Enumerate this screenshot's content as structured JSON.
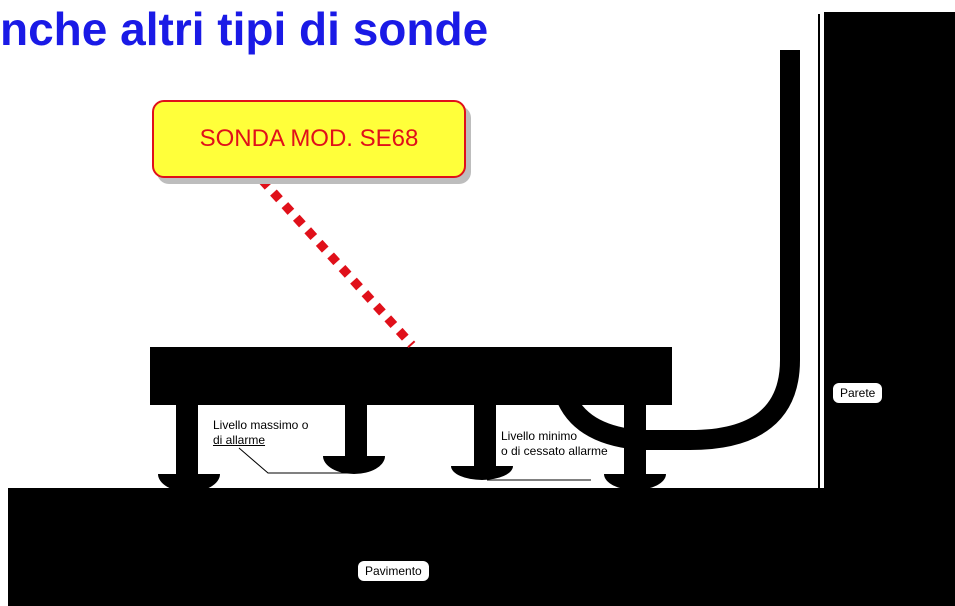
{
  "title": "nche altri tipi di sonde",
  "callout": {
    "text": "SONDA MOD. SE68"
  },
  "labels": {
    "max_line1": "Livello massimo o",
    "max_line2": "di allarme",
    "min_line1": "Livello minimo",
    "min_line2": "o di cessato allarme",
    "wall": "Parete",
    "floor": "Pavimento"
  },
  "colors": {
    "title": "#1a1ae6",
    "callout_fill": "#ffff3a",
    "callout_border": "#e0101a",
    "pointer": "#e0101a",
    "shapes": "#000000"
  }
}
